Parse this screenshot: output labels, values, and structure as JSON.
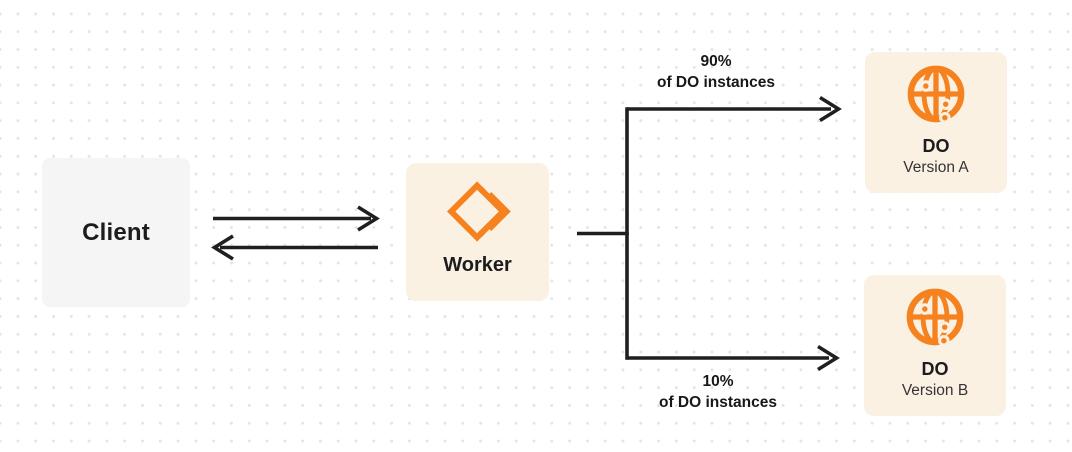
{
  "diagram": {
    "title": "Worker routing traffic to Durable Object versions",
    "colors": {
      "background": "#ffffff",
      "dot_grid": "#e5e4e3",
      "accent_orange": "#f6821f",
      "node_cream": "#fbf1e2",
      "client_gray": "#f5f5f6",
      "text_dark": "#1c1c1e",
      "arrow": "#1f1f1f"
    },
    "nodes": {
      "client": {
        "label": "Client"
      },
      "worker": {
        "label": "Worker",
        "icon": "cloudflare-workers-icon"
      },
      "do_version_a": {
        "title": "DO",
        "subtitle": "Version A",
        "icon": "globe-icon"
      },
      "do_version_b": {
        "title": "DO",
        "subtitle": "Version B",
        "icon": "globe-icon"
      }
    },
    "edges": {
      "client_worker": {
        "type": "bidirectional-arrows"
      },
      "worker_do_a": {
        "percent": "90%",
        "caption": "of DO instances"
      },
      "worker_do_b": {
        "percent": "10%",
        "caption": "of DO instances"
      }
    }
  }
}
